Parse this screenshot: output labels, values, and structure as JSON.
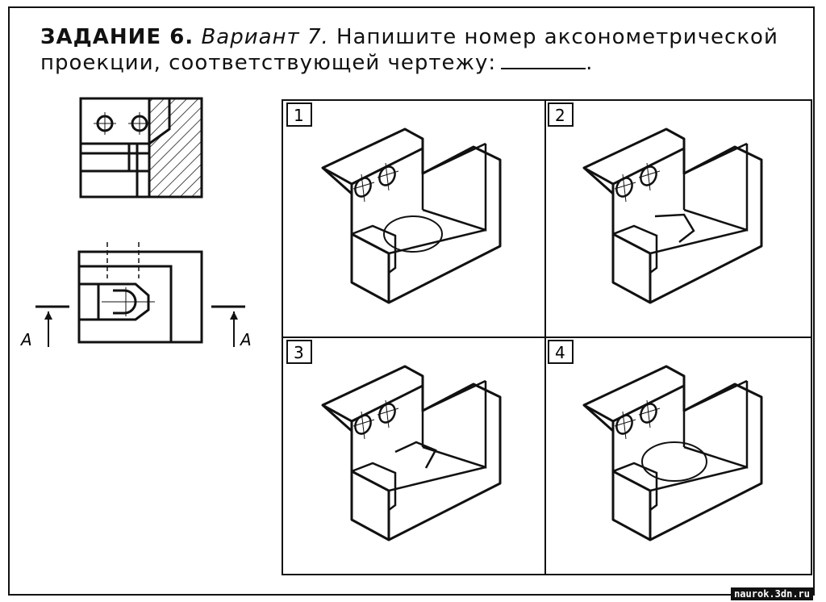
{
  "task": {
    "lead": "ЗАДАНИЕ 6.",
    "variant": "Вариант 7.",
    "instruction_line1": "Напишите номер аксонометрической",
    "instruction_line2": "проекции, соответствующей чертежу:"
  },
  "drawing": {
    "section_label_left": "A",
    "section_label_right": "A"
  },
  "options": [
    {
      "number": "1"
    },
    {
      "number": "2"
    },
    {
      "number": "3"
    },
    {
      "number": "4"
    }
  ],
  "watermark": "naurok.3dn.ru"
}
